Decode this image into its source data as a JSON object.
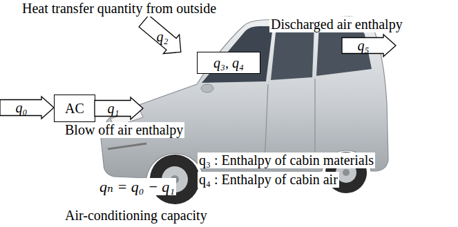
{
  "diagram": {
    "nodes": [
      {
        "text": [
          "q₀"
        ]
      },
      {
        "text": [
          "AC"
        ]
      },
      {
        "text": [
          "q₁"
        ]
      },
      {
        "text": [
          "q₂"
        ]
      },
      {
        "text": [
          "q₃, q₄"
        ]
      },
      {
        "text": [
          "q₅"
        ]
      }
    ],
    "labels": [
      "Heat transfer quantity from outside",
      "Discharged air enthalpy",
      "Blow off air enthalpy",
      "q₃ : Enthalpy of cabin materials",
      "q₄ : Enthalpy of cabin air",
      "qₙ = q₀ − q₁",
      "Air-conditioning capacity"
    ]
  }
}
